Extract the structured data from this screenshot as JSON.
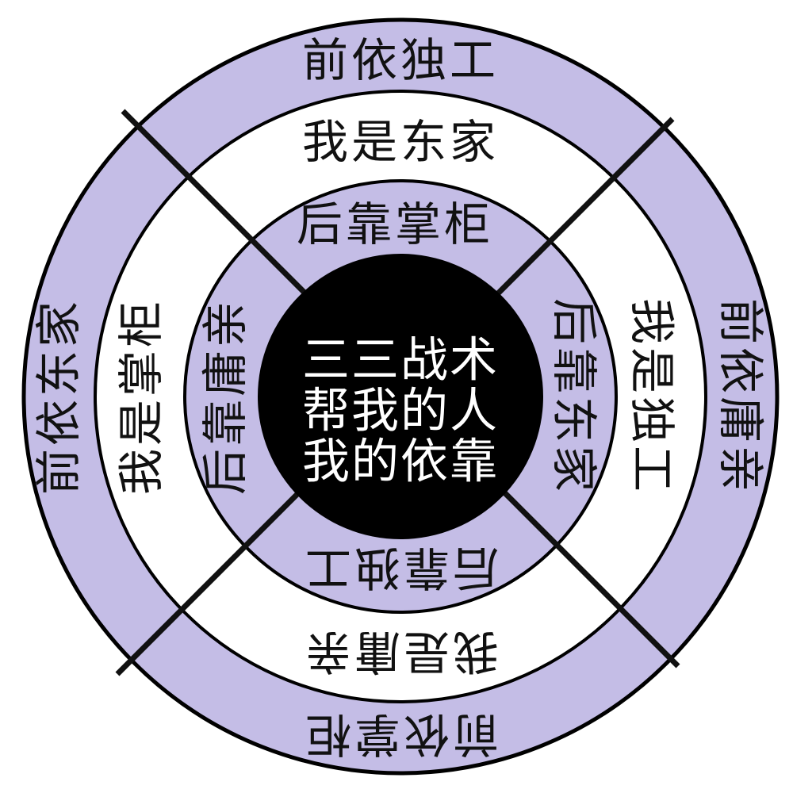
{
  "colors": {
    "ring_fill": "#c4bde6",
    "ring_white": "#ffffff",
    "center_fill": "#000000",
    "line": "#111111"
  },
  "center": {
    "lines": [
      "三三战术",
      "帮我的人",
      "我的依靠"
    ]
  },
  "rings": {
    "outer": {
      "top": "前依独工",
      "right": "前依庸亲",
      "bottom": "前依掌柜",
      "left": "前依东家"
    },
    "middle": {
      "top": "我是东家",
      "right": "我是独工",
      "bottom": "我是庸亲",
      "left": "我是掌柜"
    },
    "inner": {
      "top": "后靠掌柜",
      "right": "后靠东家",
      "bottom": "后靠独工",
      "left": "后靠庸亲"
    }
  }
}
